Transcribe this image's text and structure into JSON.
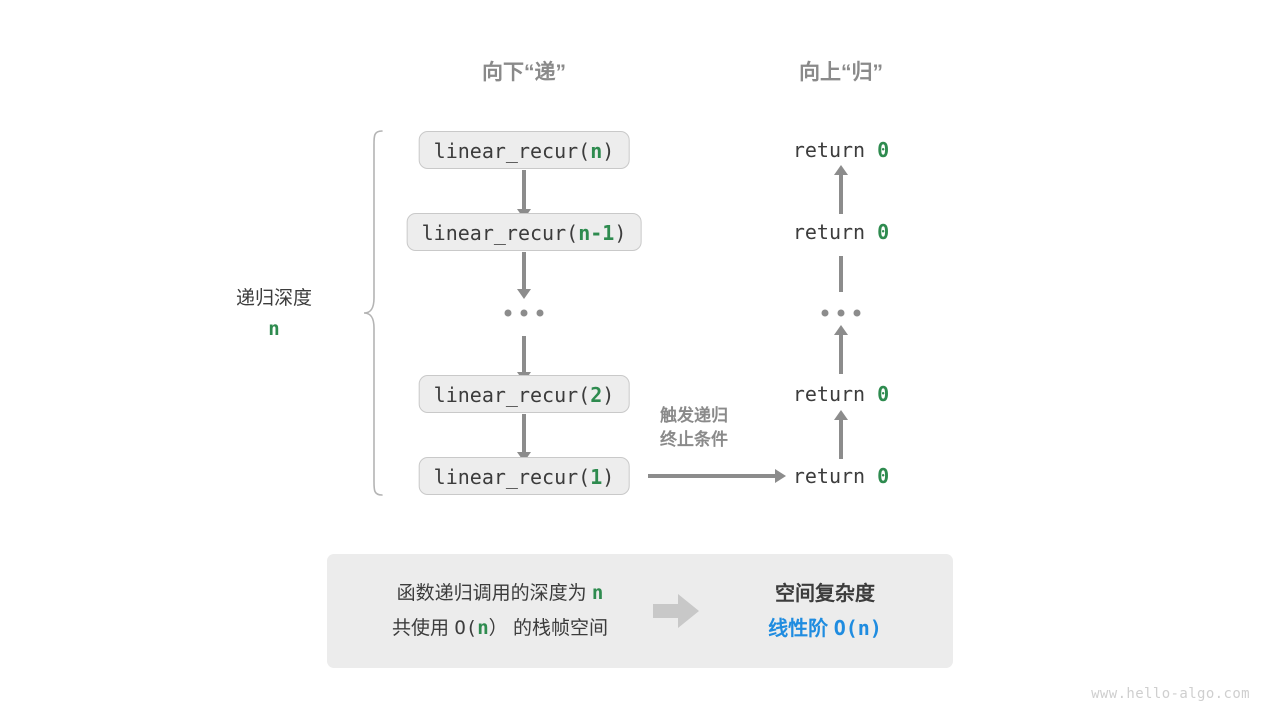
{
  "headers": {
    "down": "向下“递”",
    "up": "向上“归”"
  },
  "depth_annotation": {
    "label": "递归深度",
    "value": "n"
  },
  "call_stack": [
    {
      "prefix": "linear_recur(",
      "arg": "n",
      "suffix": ")"
    },
    {
      "prefix": "linear_recur(",
      "arg": "n-1",
      "suffix": ")"
    },
    {
      "prefix": "linear_recur(",
      "arg": "2",
      "suffix": ")"
    },
    {
      "prefix": "linear_recur(",
      "arg": "1",
      "suffix": ")"
    }
  ],
  "ellipsis": "...",
  "returns": [
    {
      "keyword": "return",
      "value": "0"
    },
    {
      "keyword": "return",
      "value": "0"
    },
    {
      "keyword": "return",
      "value": "0"
    },
    {
      "keyword": "return",
      "value": "0"
    }
  ],
  "trigger_note": {
    "line1": "触发递归",
    "line2": "终止条件"
  },
  "summary": {
    "left_line1_a": "函数递归调用的深度为",
    "left_line1_b": "n",
    "left_line2_a": "共使用",
    "left_line2_b": "O(",
    "left_line2_c": "n",
    "left_line2_d": "）",
    "left_line2_e": "的栈帧空间",
    "arrow": "block-arrow-right",
    "right_title": "空间复杂度",
    "right_result_a": "线性阶",
    "right_result_b": "O(n)"
  },
  "watermark": "www.hello-algo.com",
  "colors": {
    "accent_green": "#2e8b4f",
    "accent_blue": "#1f8ce0",
    "arrow_gray": "#8c8c8c",
    "box_fill": "#ededed",
    "panel_fill": "#ececec",
    "text_dark": "#3c3c3c",
    "header_gray": "#8a8a8a"
  }
}
